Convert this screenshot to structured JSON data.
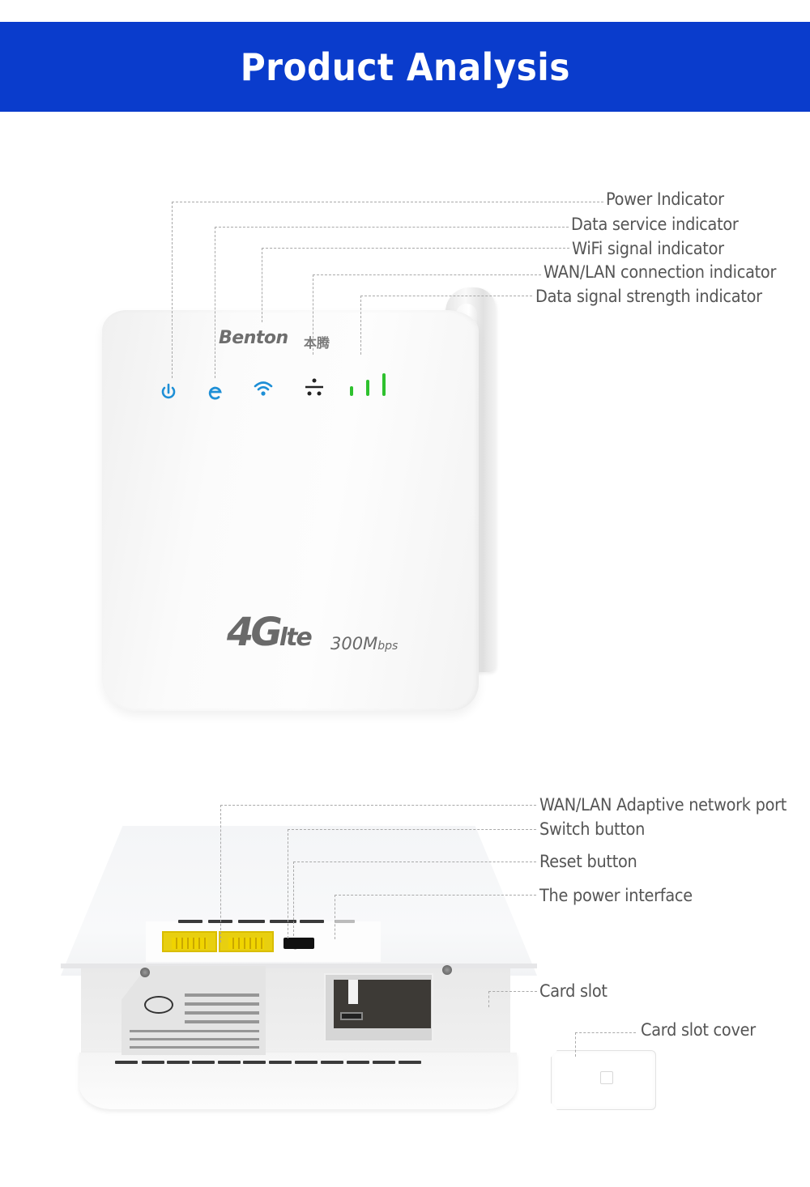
{
  "header": {
    "title": "Product Analysis",
    "background_color": "#0a3ccc",
    "text_color": "#ffffff"
  },
  "front_view": {
    "brand": "Benton",
    "brand_cn": "本腾",
    "network_logo": "4G",
    "network_logo_suffix": "lte",
    "speed_value": "300M",
    "speed_unit": "bps",
    "leds": [
      {
        "icon": "power-icon",
        "color": "#1e8fd6"
      },
      {
        "icon": "data-service-e-icon",
        "color": "#1e8fd6"
      },
      {
        "icon": "wifi-icon",
        "color": "#1e8fd6"
      },
      {
        "icon": "wan-lan-icon",
        "color": "#222222"
      },
      {
        "icon": "signal-bars-icon",
        "color": "#2ec12e"
      }
    ],
    "callouts": [
      {
        "label": "Power Indicator"
      },
      {
        "label": "Data service indicator"
      },
      {
        "label": "WiFi signal indicator"
      },
      {
        "label": "WAN/LAN connection indicator"
      },
      {
        "label": "Data signal strength indicator"
      }
    ]
  },
  "back_view": {
    "callouts": [
      {
        "label": "WAN/LAN Adaptive network port"
      },
      {
        "label": "Switch button"
      },
      {
        "label": "Reset button"
      },
      {
        "label": "The power interface"
      },
      {
        "label": "Card slot"
      },
      {
        "label": "Card slot cover"
      }
    ]
  },
  "colors": {
    "label_text": "#555555",
    "leader_line": "#a9a9a9",
    "port_yellow": "#e8cf10"
  }
}
